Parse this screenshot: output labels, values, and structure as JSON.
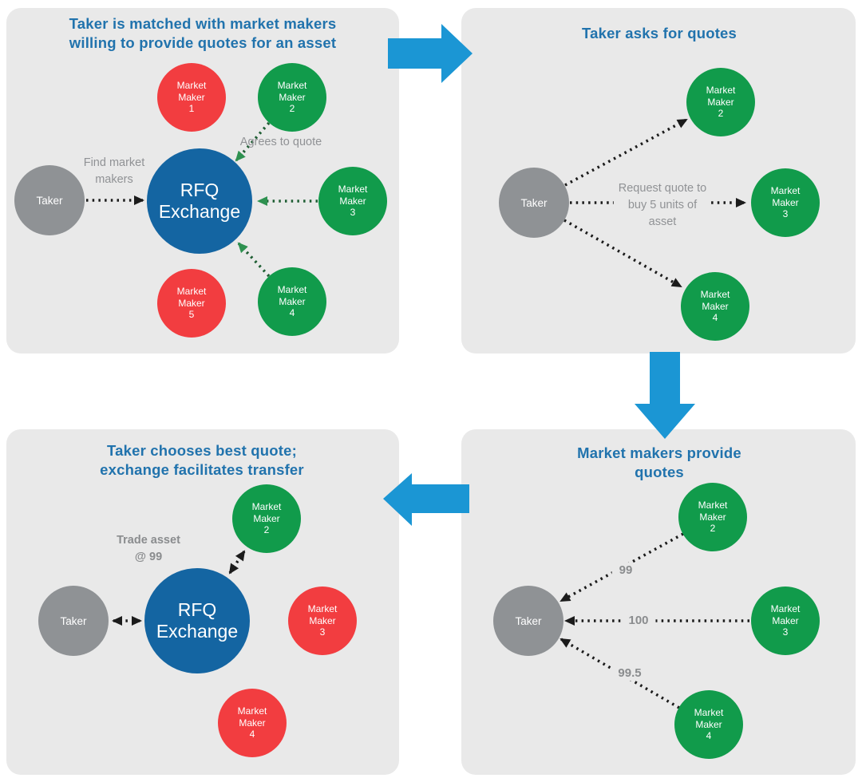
{
  "colors": {
    "panel_background": "#e9e9e9",
    "title_text": "#2173ad",
    "node_green": "#119b4b",
    "node_red": "#f23d40",
    "node_blue": "#1465a2",
    "node_gray": "#8f9295",
    "flow_arrow_blue": "#1b96d4",
    "annotation_gray": "#909295",
    "dotted_arrow_black": "#1b1b1b",
    "dotted_arrow_green": "#1e5e33",
    "arrowhead_green": "#2e9150"
  },
  "panel1": {
    "title": "Taker is matched with market makers\nwilling to provide quotes for an asset",
    "taker": "Taker",
    "rfq": "RFQ\nExchange",
    "mm1": "Market\nMaker\n1",
    "mm2": "Market\nMaker\n2",
    "mm3": "Market\nMaker\n3",
    "mm4": "Market\nMaker\n4",
    "mm5": "Market\nMaker\n5",
    "find_label": "Find market\nmakers",
    "agrees_label": "Agrees to quote"
  },
  "panel2": {
    "title": "Taker asks for quotes",
    "taker": "Taker",
    "mm2": "Market\nMaker\n2",
    "mm3": "Market\nMaker\n3",
    "mm4": "Market\nMaker\n4",
    "request_label": "Request quote to\nbuy 5 units of\nasset"
  },
  "panel3": {
    "title": "Taker chooses best quote;\nexchange facilitates transfer",
    "taker": "Taker",
    "rfq": "RFQ\nExchange",
    "mm2": "Market\nMaker\n2",
    "mm3": "Market\nMaker\n3",
    "mm4": "Market\nMaker\n4",
    "trade_label": "Trade asset\n@ 99"
  },
  "panel4": {
    "title": "Market makers provide quotes",
    "taker": "Taker",
    "mm2": "Market\nMaker\n2",
    "mm3": "Market\nMaker\n3",
    "mm4": "Market\nMaker\n4",
    "quote_mm2": "99",
    "quote_mm3": "100",
    "quote_mm4": "99.5"
  }
}
